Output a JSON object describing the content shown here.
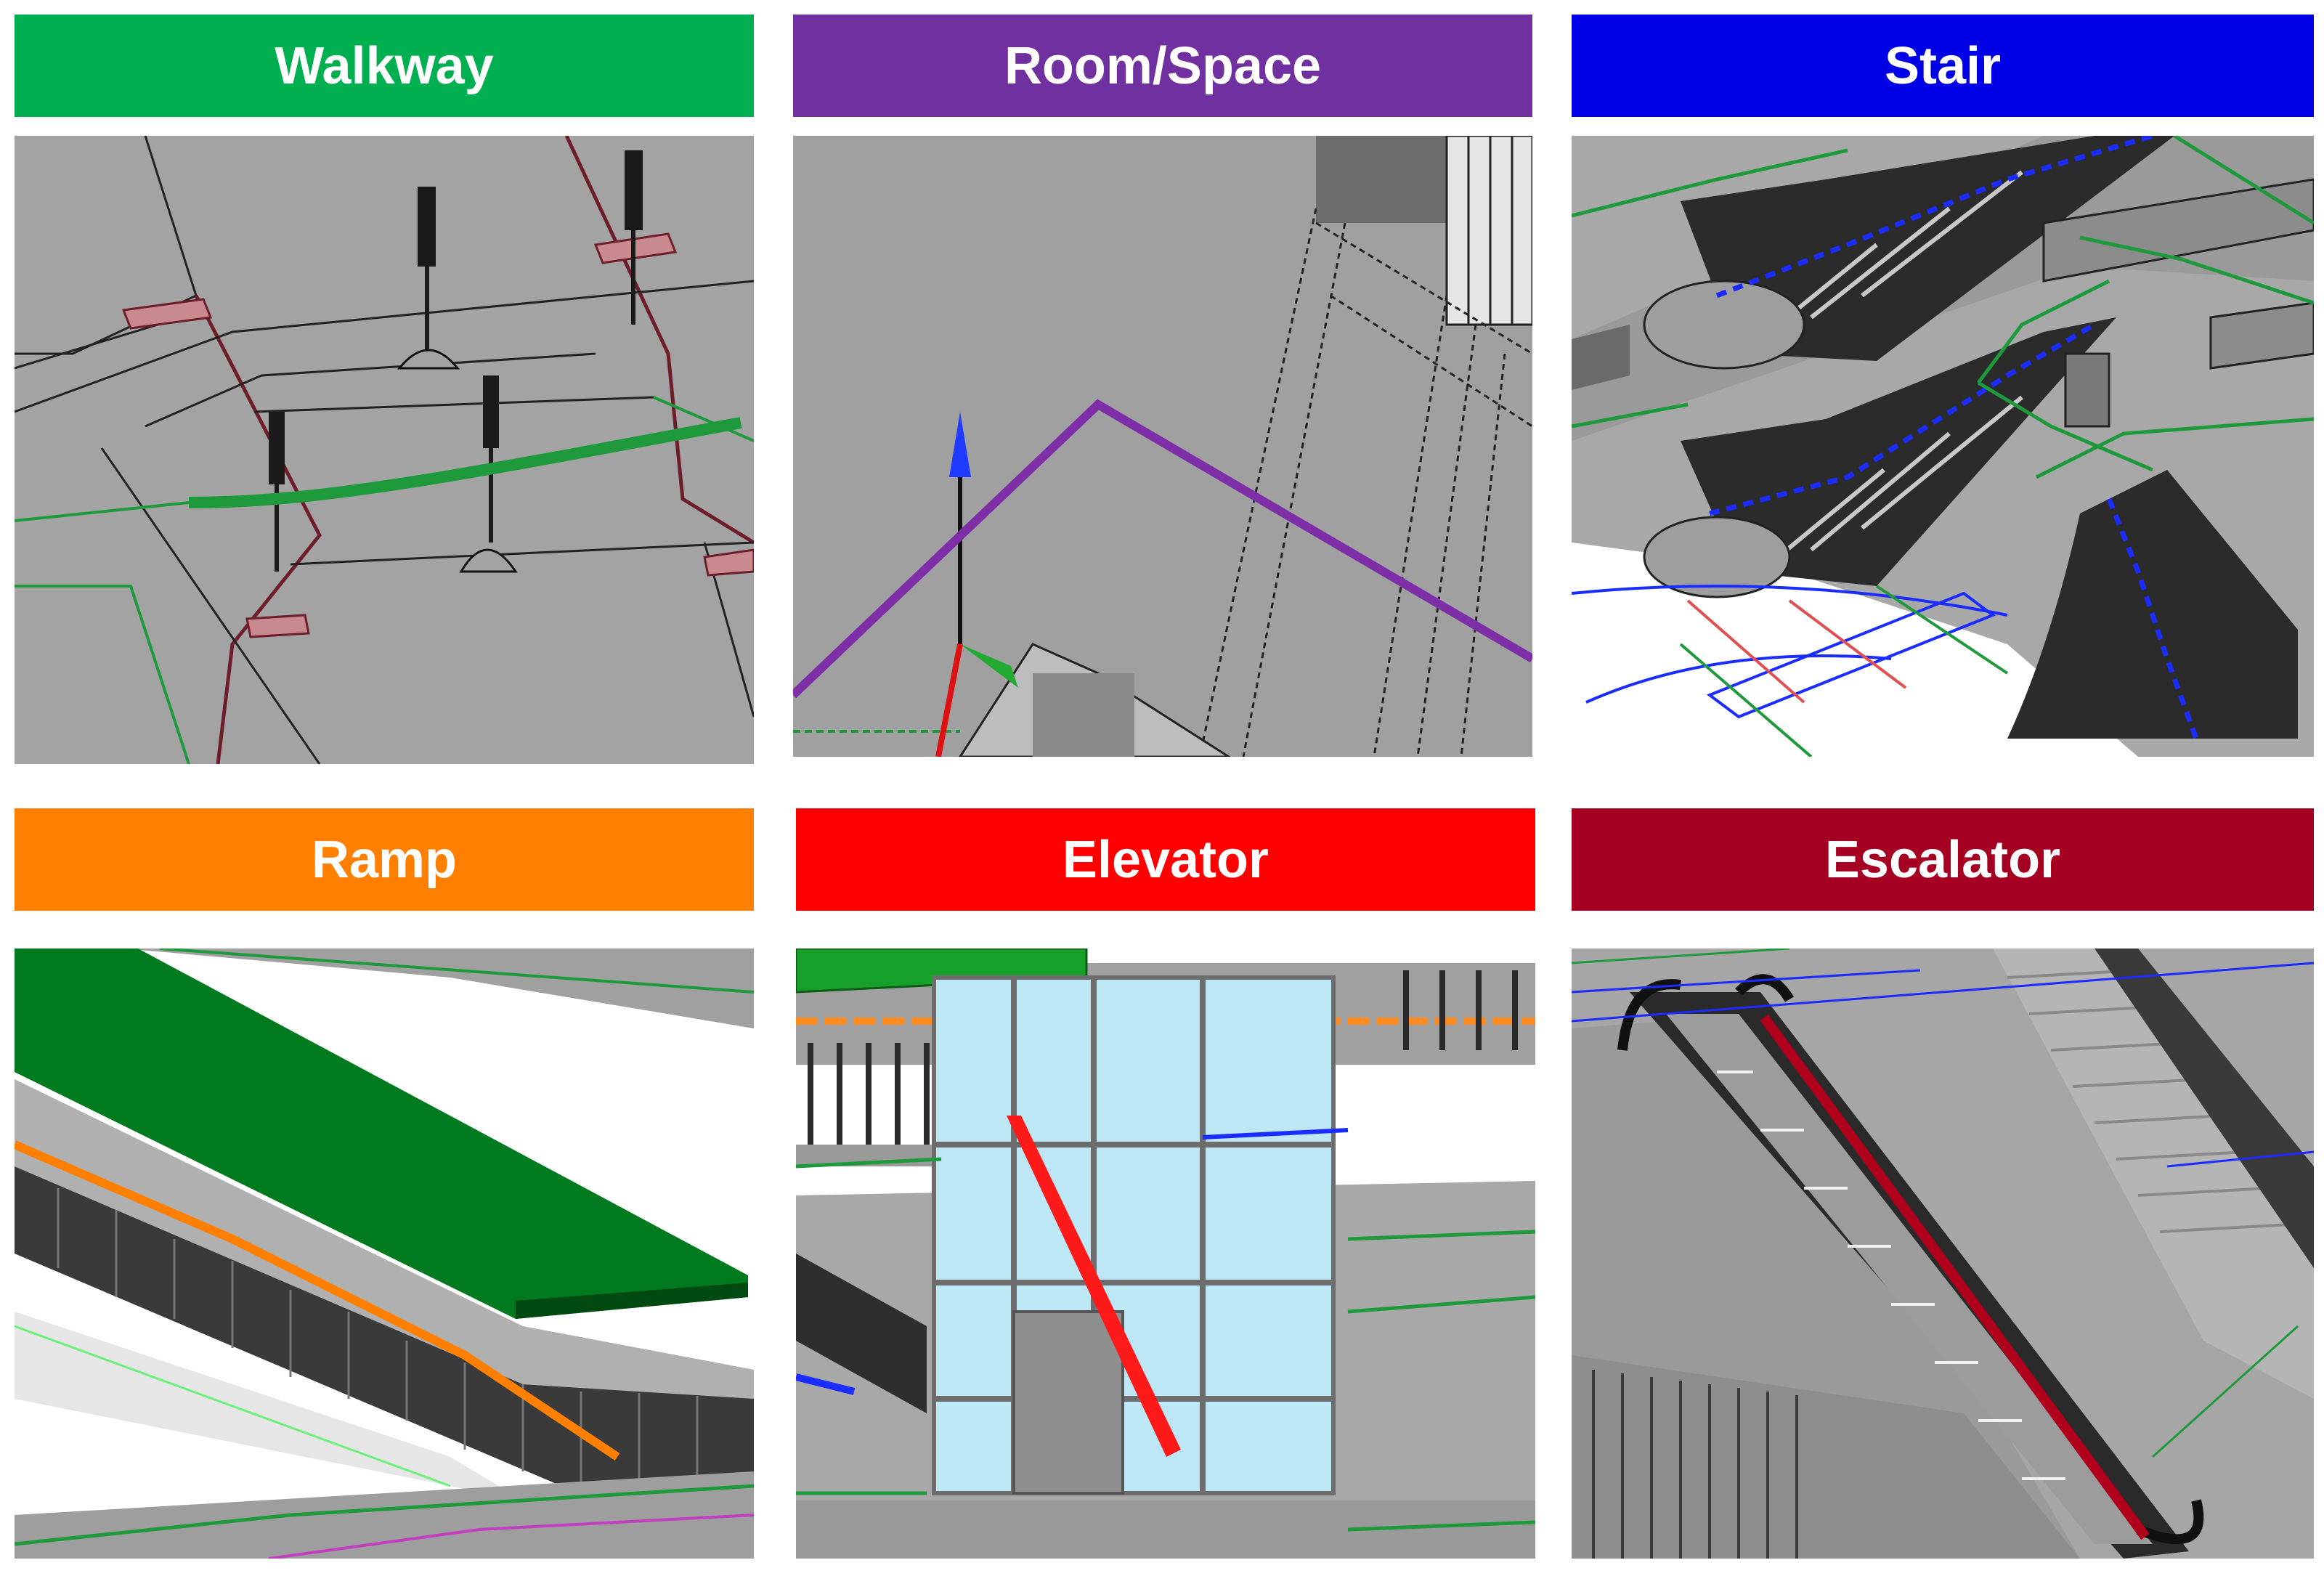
{
  "panels": [
    {
      "title": "Walkway",
      "color": "#00b050"
    },
    {
      "title": "Room/Space",
      "color": "#7030a0"
    },
    {
      "title": "Stair",
      "color": "#0000e6"
    },
    {
      "title": "Ramp",
      "color": "#ff7f00"
    },
    {
      "title": "Elevator",
      "color": "#ff0000"
    },
    {
      "title": "Escalator",
      "color": "#a50021"
    }
  ]
}
